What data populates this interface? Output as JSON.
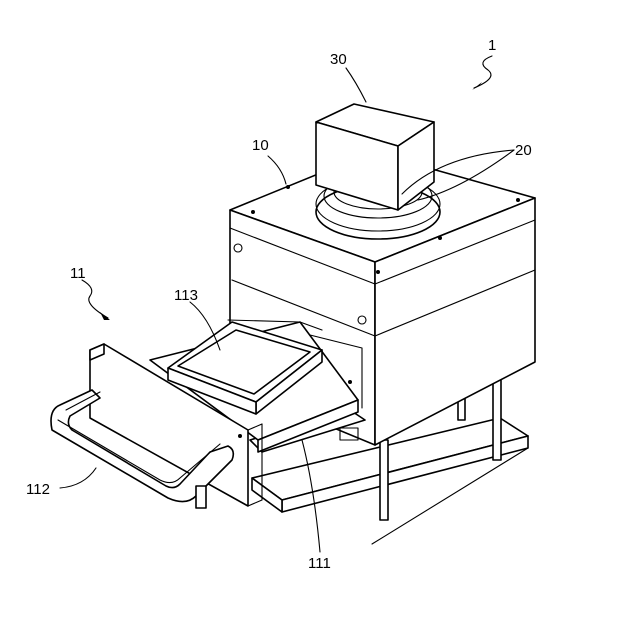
{
  "labels": {
    "device": "1",
    "housing": "10",
    "window": "20",
    "light_unit": "30",
    "drawer": "11",
    "drawer_rail": "111",
    "drawer_handle": "112",
    "sample_tray": "113"
  }
}
